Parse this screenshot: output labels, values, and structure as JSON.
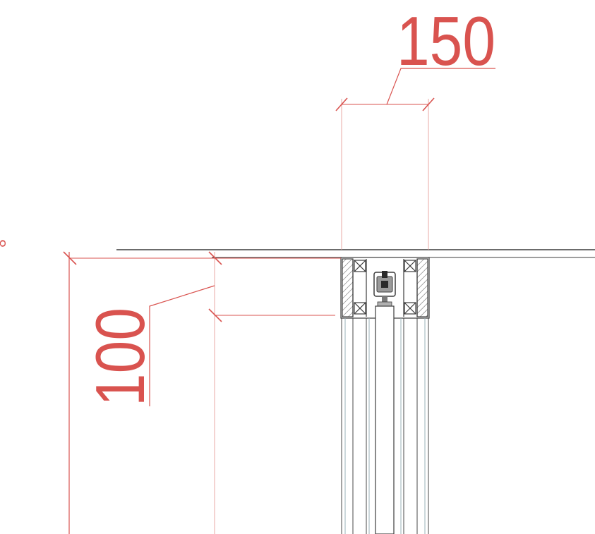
{
  "dimensions": {
    "width_label": "150",
    "height_label": "100",
    "edge_mark": "8"
  },
  "colors": {
    "dimension": "#d9534f",
    "dimension_light": "#e8a19c",
    "outline": "#5a5a5a",
    "profile": "#3c3c3c",
    "hatch": "#6a6a6a",
    "thin": "#9ab0b8"
  }
}
